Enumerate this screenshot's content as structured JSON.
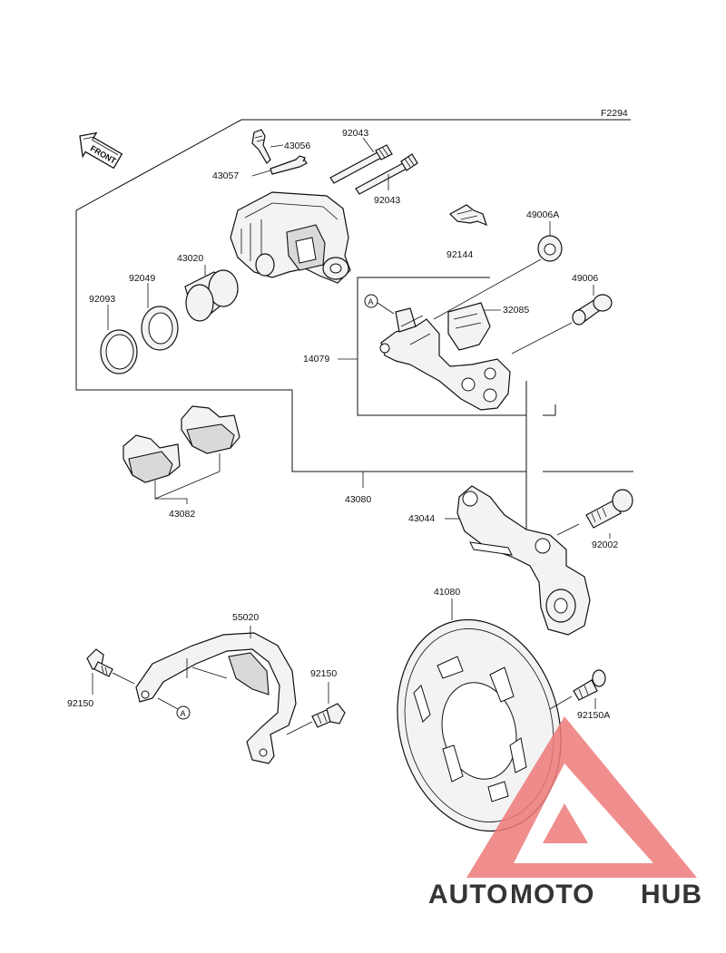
{
  "figure_code": "F2294",
  "front_label": "FRONT",
  "ref_marker": "A",
  "parts": {
    "p43056": "43056",
    "p43057": "43057",
    "p92043_top": "92043",
    "p92043_bot": "92043",
    "p43020": "43020",
    "p92049": "92049",
    "p92093": "92093",
    "p92144": "92144",
    "p49006A": "49006A",
    "p49006": "49006",
    "p32085": "32085",
    "p14079": "14079",
    "p43080": "43080",
    "p43082": "43082",
    "p43044": "43044",
    "p92002": "92002",
    "p41080": "41080",
    "p55020": "55020",
    "p92150_left": "92150",
    "p92150_right": "92150",
    "p92150A": "92150A"
  },
  "watermark": {
    "word1": "AUTO",
    "word2": "MOTO",
    "word3": "HUB",
    "color1": "#f2b84b",
    "color2": "#ee8a85",
    "color3": "#6e6e6e",
    "triangle_color": "#ee7b7b"
  }
}
